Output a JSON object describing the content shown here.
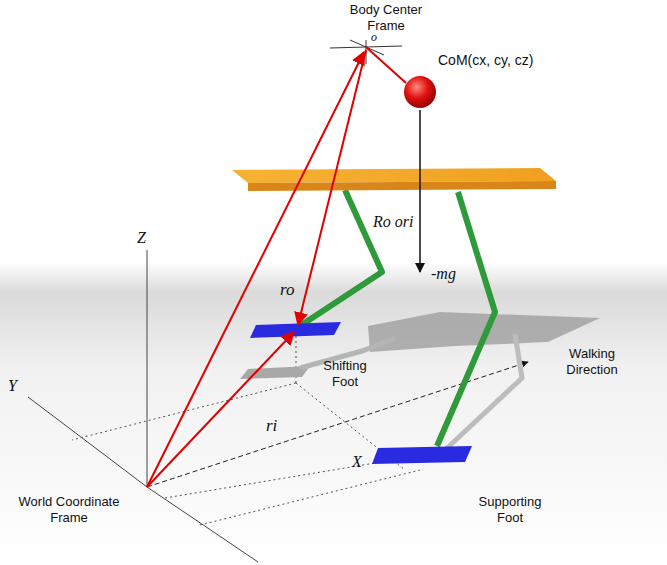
{
  "diagram": {
    "labels": [
      "Body Center Frame",
      "o",
      "CoM(cx, cy, cz)",
      "Z",
      "ro",
      "Ro ori",
      "-mg",
      "Y",
      "ri",
      "Shifting Foot",
      "Walking Direction",
      "X",
      "World Coordinate Frame",
      "Supporting Foot"
    ]
  }
}
